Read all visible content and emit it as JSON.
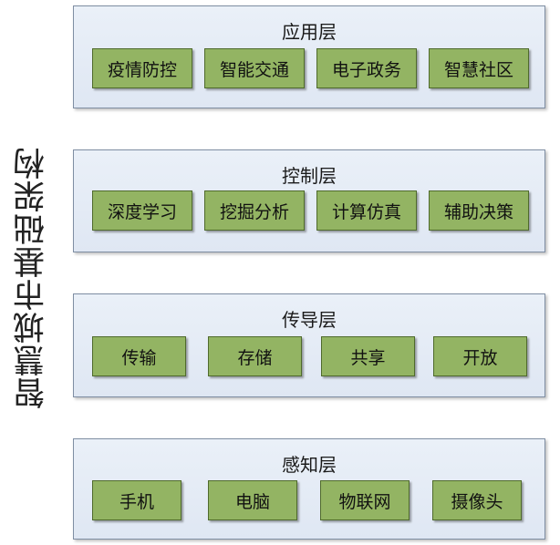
{
  "side_title": "智慧城市基础架构",
  "layers": [
    {
      "title": "应用层",
      "items": [
        "疫情防控",
        "智能交通",
        "电子政务",
        "智慧社区"
      ]
    },
    {
      "title": "控制层",
      "items": [
        "深度学习",
        "挖掘分析",
        "计算仿真",
        "辅助决策"
      ]
    },
    {
      "title": "传导层",
      "items": [
        "传输",
        "存储",
        "共享",
        "开放"
      ]
    },
    {
      "title": "感知层",
      "items": [
        "手机",
        "电脑",
        "物联网",
        "摄像头"
      ]
    }
  ],
  "colors": {
    "layer_fill": "#e4ebf6",
    "layer_border": "#7f8ea3",
    "box_fill": "#93b463",
    "box_border": "#4f6a2c"
  }
}
